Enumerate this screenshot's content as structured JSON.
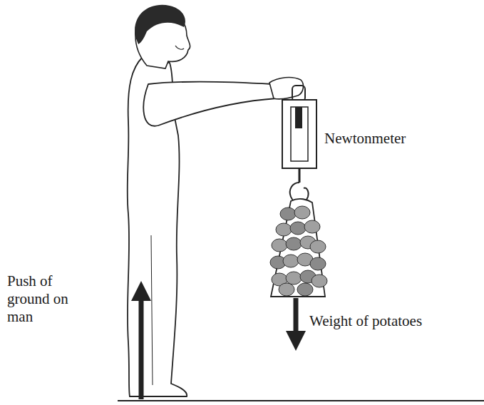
{
  "diagram": {
    "labels": [
      "Newtonmeter",
      "Push of ground on man",
      "Weight of potatoes"
    ]
  }
}
